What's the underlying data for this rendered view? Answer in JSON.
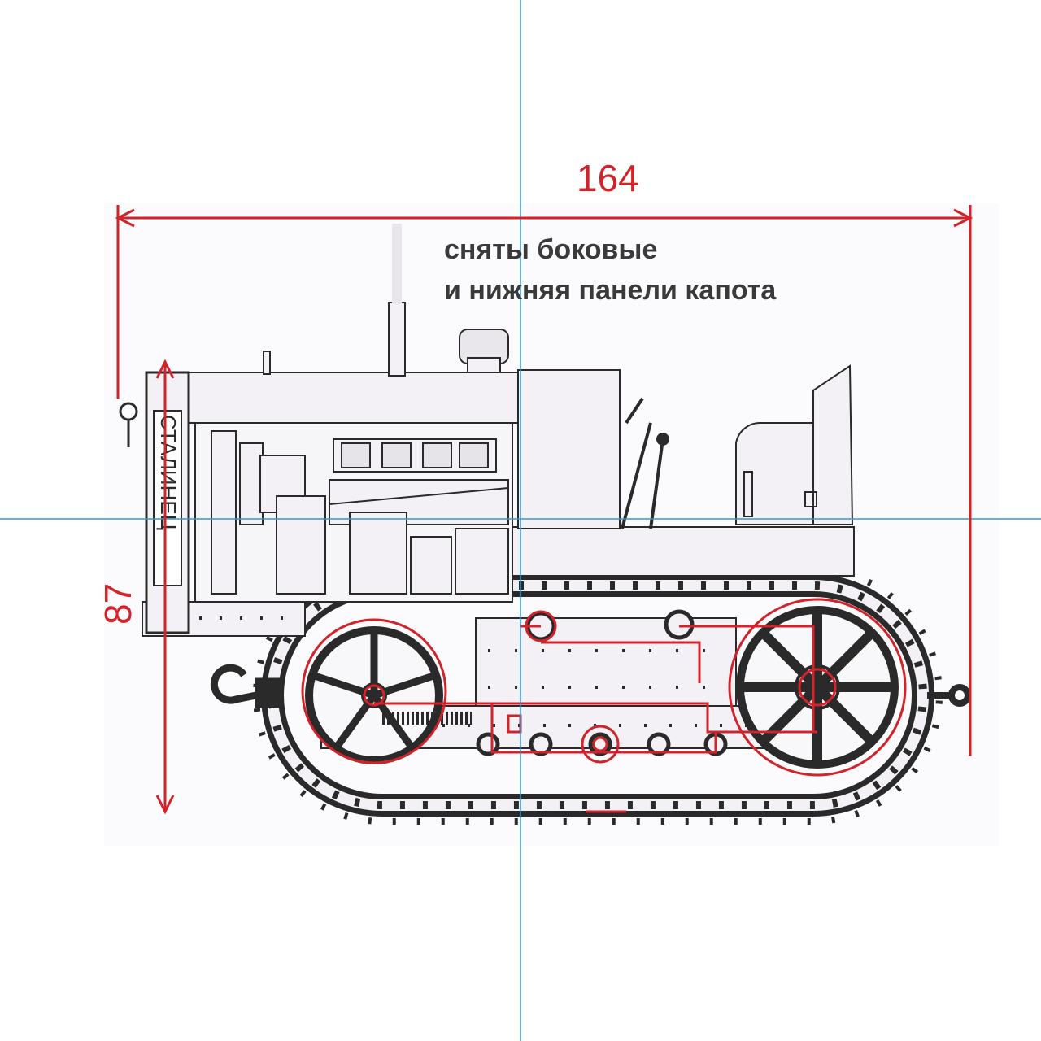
{
  "drawing": {
    "brand_text": "СТАЛИНЕЦ",
    "note_line_1": "сняты боковые",
    "note_line_2": "и нижняя панели капота"
  },
  "dimensions": {
    "length_label": "164",
    "height_label": "87"
  },
  "colors": {
    "dimension": "#d2232a",
    "guide": "#2e9bd6",
    "line_art": "#2a2a2a",
    "body_fill": "#f3f1f5",
    "note_text": "#3a3a3a"
  }
}
